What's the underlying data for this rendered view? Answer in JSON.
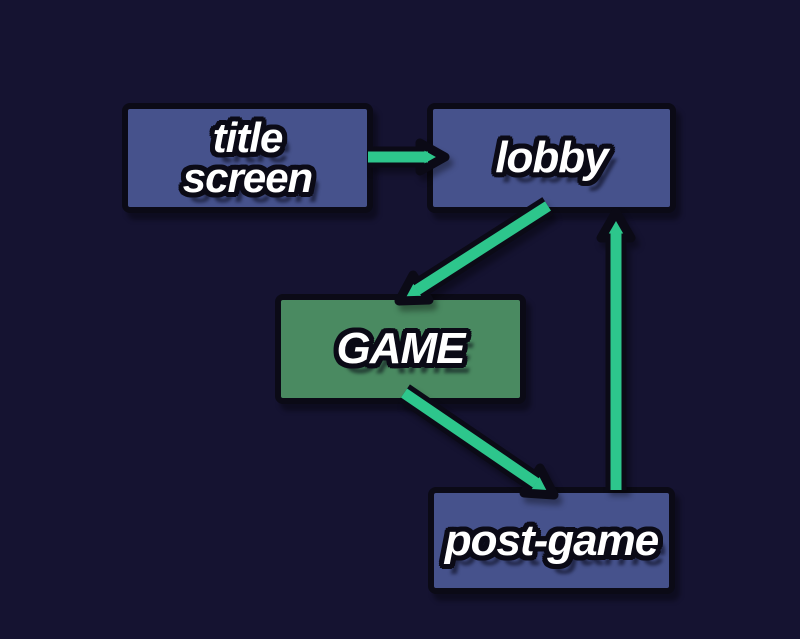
{
  "diagram": {
    "type": "state-flow",
    "nodes": {
      "title_screen": {
        "label": "title\nscreen",
        "fill": "#46528c"
      },
      "lobby": {
        "label": "lobby",
        "fill": "#46528c"
      },
      "game": {
        "label": "GAME",
        "fill": "#4a8a61"
      },
      "post_game": {
        "label": "post-game",
        "fill": "#46528c"
      }
    },
    "edges": [
      {
        "from": "title_screen",
        "to": "lobby",
        "direction": "right"
      },
      {
        "from": "lobby",
        "to": "game",
        "direction": "down-left"
      },
      {
        "from": "game",
        "to": "post_game",
        "direction": "down-right"
      },
      {
        "from": "post_game",
        "to": "lobby",
        "direction": "up"
      }
    ],
    "colors": {
      "background": "#151331",
      "node_blue": "#46528c",
      "node_green": "#4a8a61",
      "arrow": "#2dc68c",
      "outline": "#0b0a16",
      "text": "#ffffff"
    }
  }
}
